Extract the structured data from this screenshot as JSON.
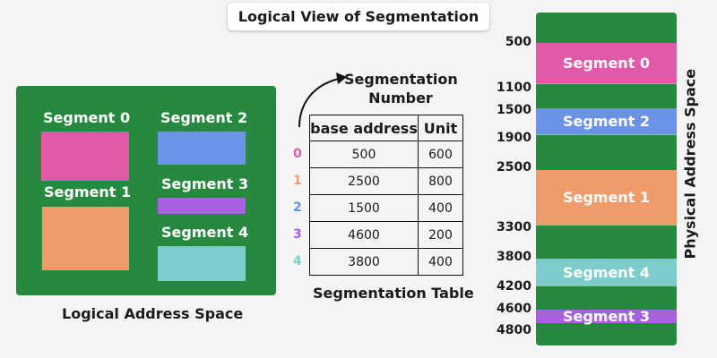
{
  "title": "Logical View of Segmentation",
  "logical_space": {
    "caption": "Logical Address Space",
    "segments": [
      {
        "label": "Segment 0",
        "color": "#e05aa8"
      },
      {
        "label": "Segment 1",
        "color": "#f09c6a"
      },
      {
        "label": "Segment 2",
        "color": "#6b92e6"
      },
      {
        "label": "Segment 3",
        "color": "#a561e0"
      },
      {
        "label": "Segment 4",
        "color": "#7ccdcb"
      }
    ]
  },
  "segmentation": {
    "arrow_label_line1": "Segmentation",
    "arrow_label_line2": "Number",
    "table_caption": "Segmentation Table",
    "headers": [
      "base address",
      "Unit"
    ],
    "rows": [
      {
        "index": "0",
        "base": "500",
        "unit": "600",
        "index_color": "#e05aa8"
      },
      {
        "index": "1",
        "base": "2500",
        "unit": "800",
        "index_color": "#f09c6a"
      },
      {
        "index": "2",
        "base": "1500",
        "unit": "400",
        "index_color": "#6b92e6"
      },
      {
        "index": "3",
        "base": "4600",
        "unit": "200",
        "index_color": "#a561e0"
      },
      {
        "index": "4",
        "base": "3800",
        "unit": "400",
        "index_color": "#7ccdcb"
      }
    ]
  },
  "physical_space": {
    "caption": "Physical Address Space",
    "background_color": "#26893f",
    "address_labels": [
      "500",
      "1100",
      "1500",
      "1900",
      "2500",
      "3300",
      "3800",
      "4200",
      "4600",
      "4800"
    ],
    "segments": [
      {
        "label": "Segment 0",
        "color": "#e05aa8"
      },
      {
        "label": "Segment 2",
        "color": "#6b92e6"
      },
      {
        "label": "Segment 1",
        "color": "#f09c6a"
      },
      {
        "label": "Segment 4",
        "color": "#7ccdcb"
      },
      {
        "label": "Segment 3",
        "color": "#a561e0"
      }
    ]
  }
}
